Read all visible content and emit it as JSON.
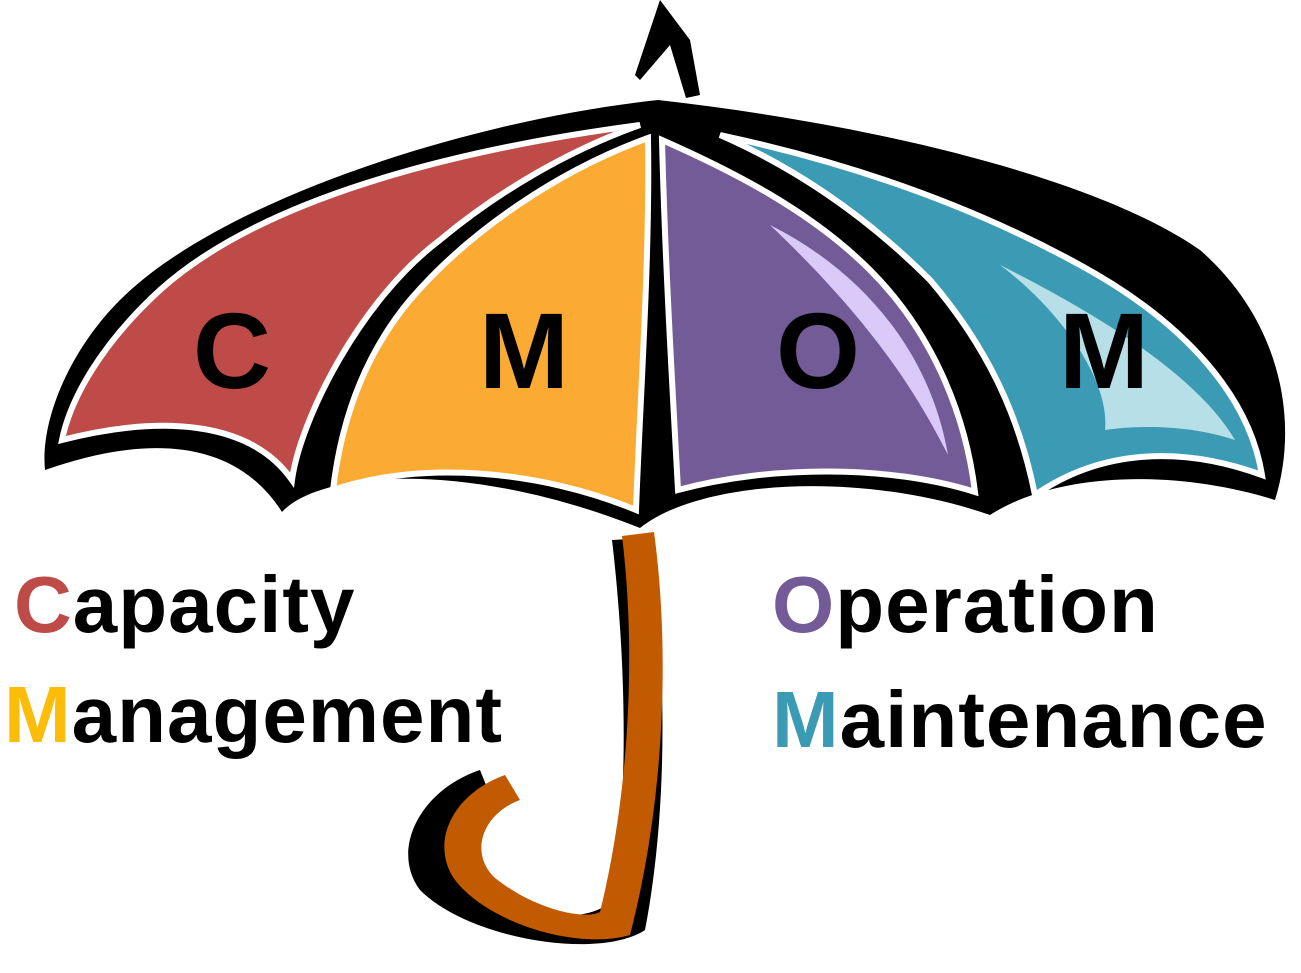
{
  "canopy": {
    "letters": [
      "C",
      "M",
      "O",
      "M"
    ],
    "panel_colors": [
      "#be4b48",
      "#fbaa33",
      "#725b96",
      "#3b9bb4"
    ]
  },
  "terms": [
    {
      "initial": "C",
      "rest": "apacity",
      "color": "#be4b48"
    },
    {
      "initial": "M",
      "rest": "anagement",
      "color": "#fbbd09"
    },
    {
      "initial": "O",
      "rest": "peration",
      "color": "#725b96"
    },
    {
      "initial": "M",
      "rest": "aintenance",
      "color": "#3b9bb4"
    }
  ],
  "handle_color": "#c15a00"
}
